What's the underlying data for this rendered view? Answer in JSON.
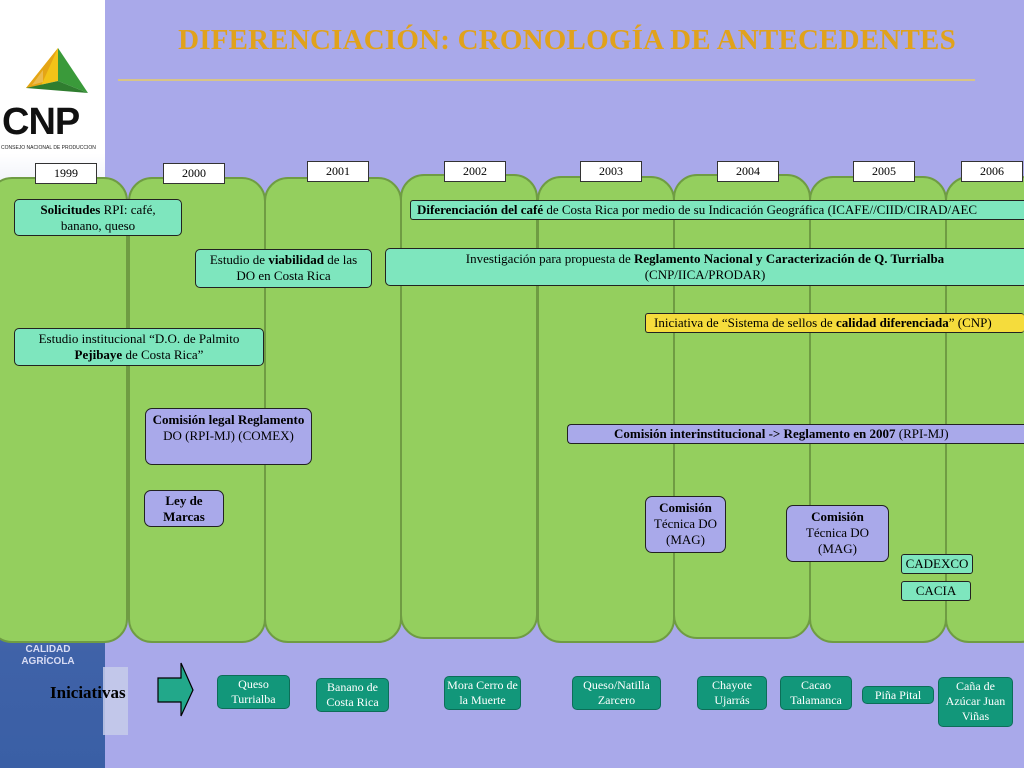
{
  "title": "DIFERENCIACIÓN: CRONOLOGÍA DE ANTECEDENTES",
  "logo": {
    "text": "CNP",
    "subtitle": "CONSEJO NACIONAL DE PRODUCCIÓN"
  },
  "sidebar_caption": [
    "CALIDAD",
    "AGRÍCOLA"
  ],
  "years": [
    "1999",
    "2000",
    "2001",
    "2002",
    "2003",
    "2004",
    "2005",
    "2006"
  ],
  "boxes": {
    "solicitudes": {
      "b1": "Solicitudes",
      "t1": " RPI: café, banano, queso"
    },
    "estudio_viabilidad": {
      "t1": "Estudio de ",
      "b1": "viabilidad",
      "t2": " de las DO en Costa Rica"
    },
    "estudio_institucional": {
      "t1": "Estudio institucional “D.O. de Palmito ",
      "b1": "Pejibaye",
      "t2": " de Costa Rica”"
    },
    "comision_legal": {
      "b1": "Comisión legal Reglamento",
      "t1": " DO (RPI-MJ) (COMEX)"
    },
    "ley_marcas": {
      "b1": "Ley de Marcas"
    },
    "dif_cafe": {
      "b1": "Diferenciación del café",
      "t1": " de Costa Rica por medio de su Indicación Geográfica (ICAFE//CIID/CIRAD/AEC"
    },
    "investigacion": {
      "t1": "Investigación para propuesta de ",
      "b1": "Reglamento Nacional y Caracterización de Q. Turrialba",
      "t2": " (CNP/IICA/PRODAR)"
    },
    "iniciativa_sellos": {
      "t1": "Iniciativa de “Sistema de sellos de ",
      "b1": "calidad diferenciada",
      "t2": "” (CNP)"
    },
    "comision_inter": {
      "b1": "Comisión interinstitucional  -> Reglamento en 2007",
      "t1": " (RPI-MJ)"
    },
    "comision_tecnica_2003": {
      "b1": "Comisión",
      "t1": "Técnica DO (MAG)"
    },
    "comision_tecnica_2005": {
      "b1": "Comisión",
      "t1": "Técnica DO (MAG)"
    },
    "cadexco": "CADEXCO",
    "cacia": "CACIA"
  },
  "iniciativas": {
    "label": "Iniciativas",
    "items": [
      "Queso Turrialba",
      "Banano de Costa Rica",
      "Mora Cerro de la Muerte",
      "Queso/Natilla Zarcero",
      "Chayote Ujarrás",
      "Cacao Talamanca",
      "Piña Pital",
      "Caña de Azúcar Juan Viñas"
    ]
  }
}
